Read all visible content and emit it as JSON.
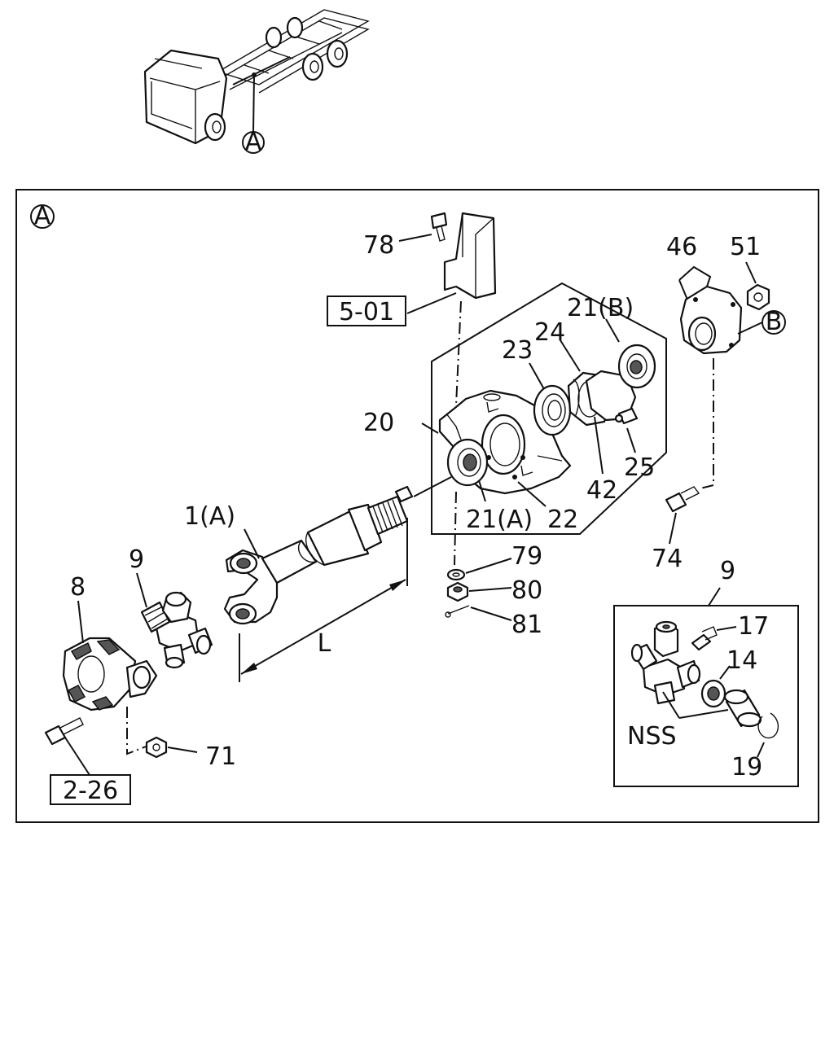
{
  "figure": {
    "view_marker": "A",
    "callout_B": "B",
    "dimension_label": "L"
  },
  "parts": {
    "p78": "78",
    "p5_01": "5-01",
    "p46": "46",
    "p51": "51",
    "p21B": "21(B)",
    "p24": "24",
    "p23": "23",
    "p20": "20",
    "p25": "25",
    "p42": "42",
    "p21A": "21(A)",
    "p22": "22",
    "p74": "74",
    "p1A": "1(A)",
    "p79": "79",
    "p80": "80",
    "p81": "81",
    "p9_left": "9",
    "p8": "8",
    "p71": "71",
    "p2_26": "2-26",
    "p9_inset": "9",
    "p17": "17",
    "p14": "14",
    "nss": "NSS",
    "p19": "19"
  }
}
